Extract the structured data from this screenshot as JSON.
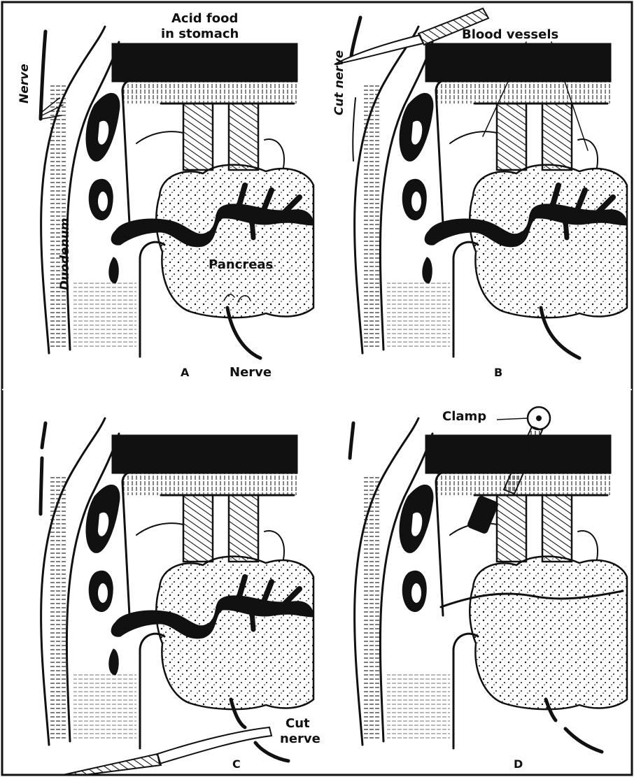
{
  "figure": {
    "panels": [
      {
        "letter": "A",
        "labels": {
          "acid_food_1": "Acid food",
          "acid_food_2": "in stomach",
          "nerve_left": "Nerve",
          "duodenum": "Duodenum",
          "pancreas": "Pancreas",
          "nerve_bottom": "Nerve"
        }
      },
      {
        "letter": "B",
        "labels": {
          "blood_vessels": "Blood vessels",
          "cut_nerve": "Cut nerve"
        }
      },
      {
        "letter": "C",
        "labels": {
          "cut_nerve_1": "Cut",
          "cut_nerve_2": "nerve"
        }
      },
      {
        "letter": "D",
        "labels": {
          "clamp": "Clamp"
        }
      }
    ]
  },
  "colors": {
    "ink": "#111111",
    "paper": "#ffffff"
  }
}
